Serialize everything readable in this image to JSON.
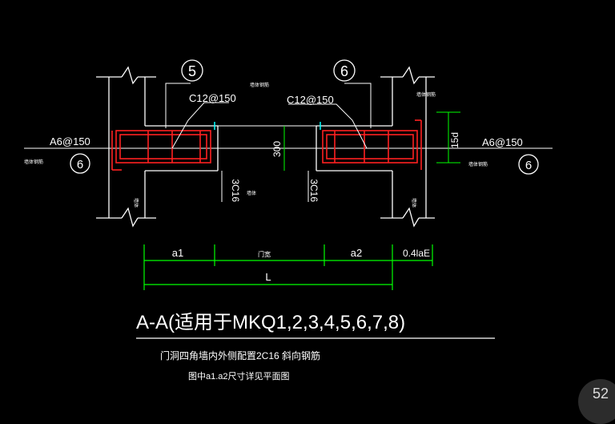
{
  "drawing": {
    "callouts": {
      "left": "5",
      "right": "6"
    },
    "section_marks": {
      "left": "6",
      "right": "6"
    },
    "left_rebar": "A6@150",
    "right_rebar": "A6@150",
    "left_bar_label": "C12@150",
    "right_bar_label": "C12@150",
    "left_longitudinal": "3C16",
    "right_longitudinal": "3C16",
    "height_dim": "300",
    "anchor_dim": "15d",
    "left_small_note": "墙体钢筋",
    "right_small_note": "墙体钢筋",
    "left_wall_note": "墙体",
    "right_wall_note": "墙体",
    "left_top_note": "墙体钢筋",
    "right_top_note": "墙体钢筋",
    "left_dim": "a1",
    "middle_dim": "门宽",
    "right_dim": "a2",
    "extra_dim": "0.4laE",
    "total_dim": "L",
    "title": "A-A(适用于MKQ1,2,3,4,5,6,7,8)",
    "note_line1": "门洞四角墙内外侧配置2C16 斜向钢筋",
    "note_line2": "图中a1.a2尺寸详见平面图"
  },
  "overlay": {
    "zoom_badge": "52"
  },
  "colors": {
    "line": "#ffffff",
    "rebar": "#ff2020",
    "dim": "#00ff00",
    "accent": "#00ffff",
    "bg": "#000000"
  }
}
